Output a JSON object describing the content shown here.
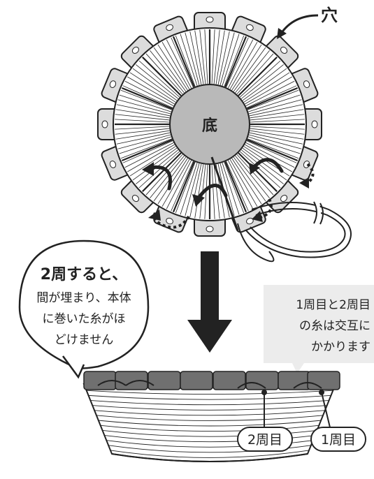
{
  "labels": {
    "hole": "穴",
    "base": "底",
    "bubble_title": "2周すると、",
    "bubble_lines": [
      "間が埋まり、本体",
      "に巻いた糸がほ",
      "どけません"
    ],
    "note_lines": [
      "1周目と2周目",
      "の糸は交互に",
      "かかります"
    ],
    "round2": "2周目",
    "round1": "1周目"
  },
  "colors": {
    "ink": "#222222",
    "tab_fill": "#dcdcdc",
    "base_fill": "#b9b9b9",
    "note_bg": "#ececec",
    "rim_fill": "#707070"
  }
}
